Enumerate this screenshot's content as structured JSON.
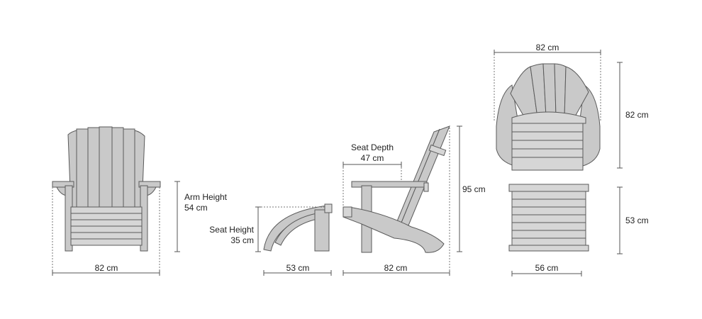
{
  "views": {
    "front": {
      "width_label": "82 cm",
      "arm_height_label": "Arm Height",
      "arm_height_value": "54 cm"
    },
    "side": {
      "seat_height_label": "Seat Height",
      "seat_height_value": "35 cm",
      "footstool_length": "53 cm",
      "chair_depth": "82 cm",
      "seat_depth_label": "Seat Depth",
      "seat_depth_value": "47 cm",
      "height": "95 cm"
    },
    "top": {
      "chair_width": "82 cm",
      "chair_depth": "82 cm",
      "footstool_depth": "53 cm",
      "footstool_width": "56 cm"
    }
  },
  "colors": {
    "wood": "#c9c9c9",
    "outline": "#5a5a5a",
    "dimension_line": "#555555"
  }
}
